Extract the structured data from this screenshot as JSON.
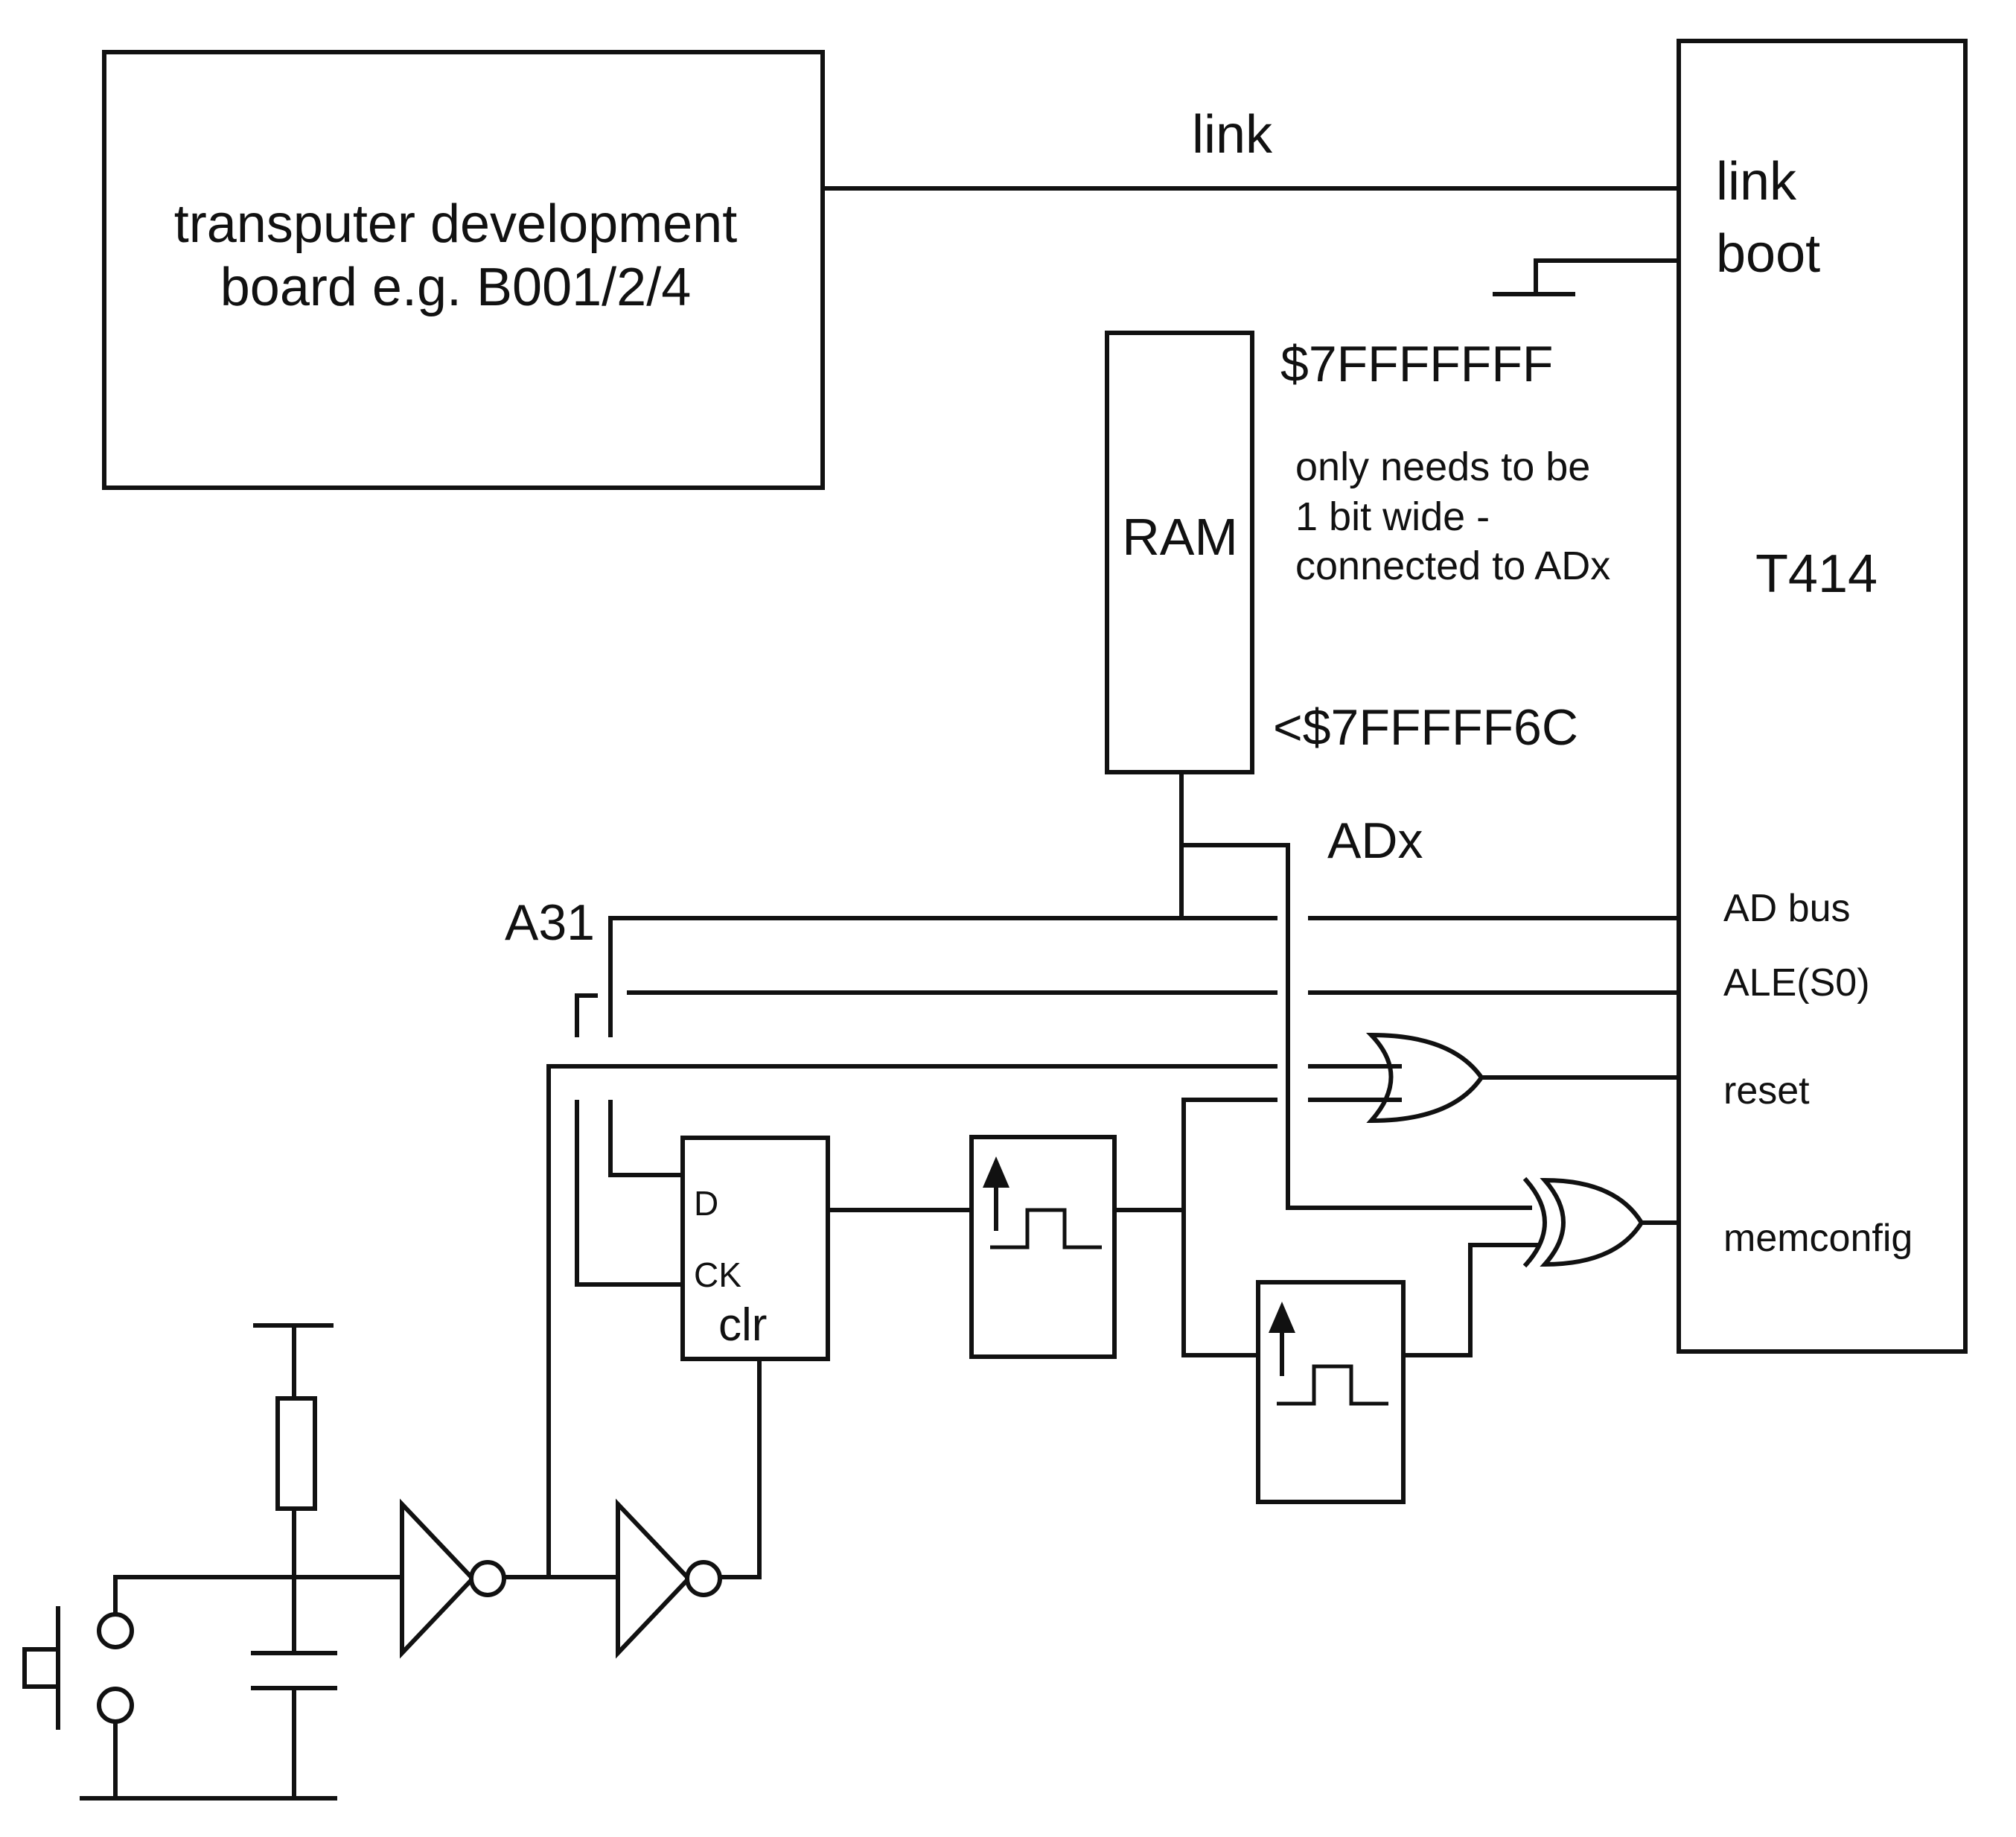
{
  "dev_board": {
    "line1": "transputer development",
    "line2": "board e.g. B001/2/4"
  },
  "link_wire_label": "link",
  "t414": {
    "title": "T414",
    "pins": {
      "link": "link",
      "boot": "boot",
      "ad_bus": "AD bus",
      "ale": "ALE(S0)",
      "reset": "reset",
      "memconfig": "memconfig"
    }
  },
  "ram": {
    "label": "RAM",
    "addr_top": "$7FFFFFFF",
    "addr_bottom": "<$7FFFFF6C",
    "note": [
      "only needs to be",
      "1 bit wide -",
      "connected to ADx"
    ]
  },
  "adx_label": "ADx",
  "a31_label": "A31",
  "flipflop": {
    "d": "D",
    "ck": "CK",
    "clr": "clr"
  }
}
